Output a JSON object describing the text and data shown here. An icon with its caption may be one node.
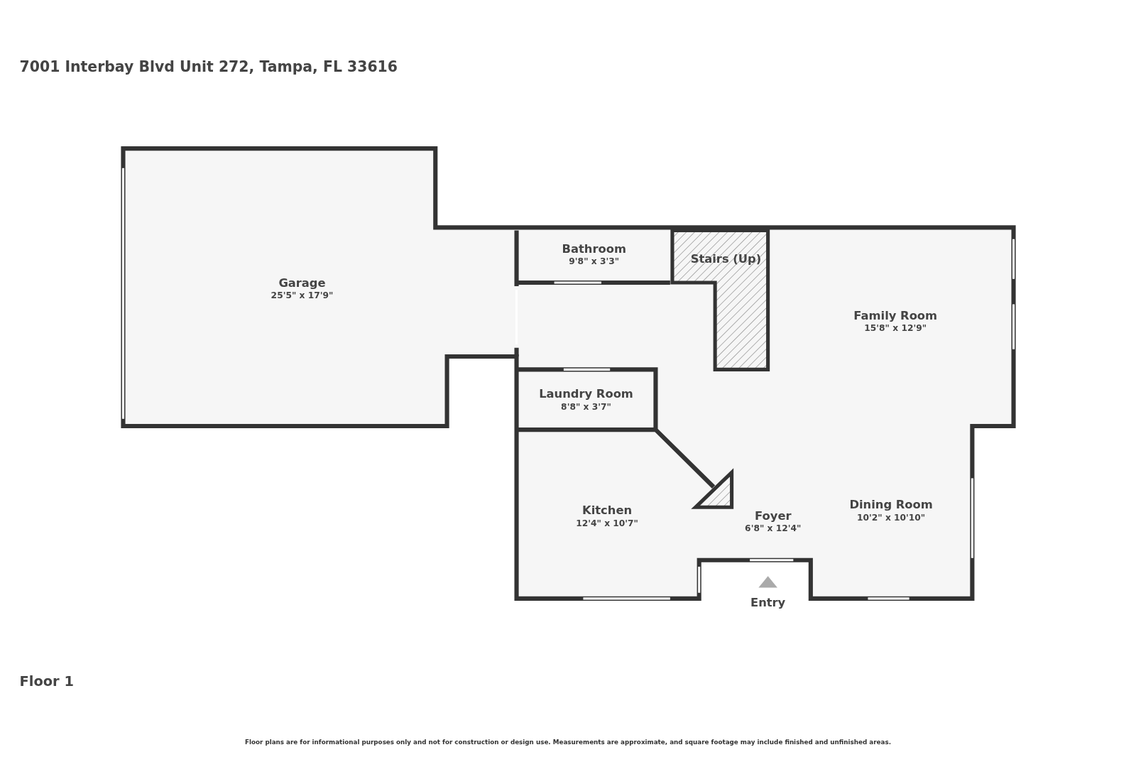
{
  "diagram": {
    "title": "7001 Interbay Blvd Unit 272, Tampa, FL 33616",
    "caption": "Floor plans are for informational purposes only and not for construction or design use. Measurements are approximate, and square footage may include finished and unfinished areas.",
    "nodes": [
      {
        "text": [
          "Garage",
          "25'5\" x 17'9\""
        ]
      },
      {
        "text": [
          "Bathroom",
          "9'8\" x 3'3\""
        ]
      },
      {
        "text": [
          "Stairs (Up)"
        ]
      },
      {
        "text": [
          "Family Room",
          "15'8\" x 12'9\""
        ]
      },
      {
        "text": [
          "Laundry Room",
          "8'8\" x 3'7\""
        ]
      },
      {
        "text": [
          "Kitchen",
          "12'4\" x 10'7\""
        ]
      },
      {
        "text": [
          "Foyer",
          "6'8\" x 12'4\""
        ]
      },
      {
        "text": [
          "Dining Room",
          "10'2\" x 10'10\""
        ]
      }
    ],
    "edges": [],
    "labels": [
      "Entry",
      "Floor 1"
    ]
  }
}
